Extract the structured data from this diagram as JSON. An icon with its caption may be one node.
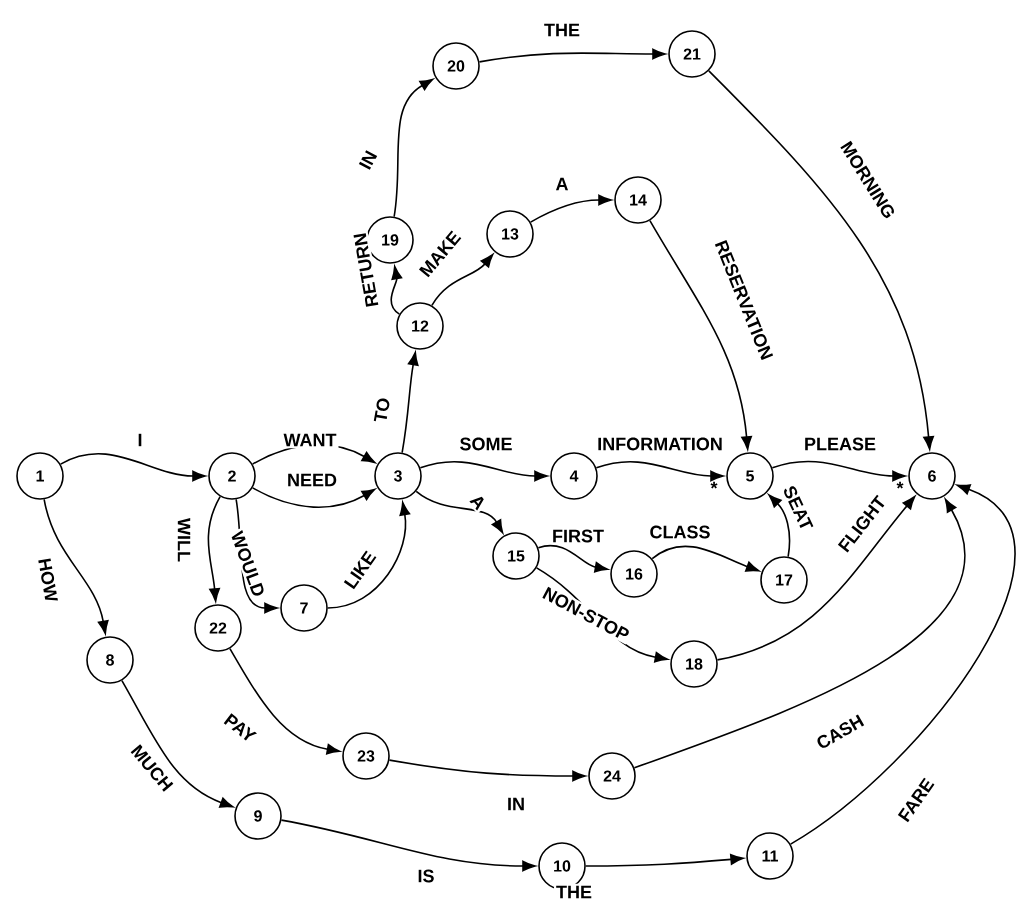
{
  "diagram": {
    "nodes": [
      {
        "text": [
          "1"
        ]
      },
      {
        "text": [
          "2"
        ]
      },
      {
        "text": [
          "3"
        ]
      },
      {
        "text": [
          "4"
        ]
      },
      {
        "text": [
          "5"
        ]
      },
      {
        "text": [
          "6"
        ]
      },
      {
        "text": [
          "7"
        ]
      },
      {
        "text": [
          "8"
        ]
      },
      {
        "text": [
          "9"
        ]
      },
      {
        "text": [
          "10"
        ]
      },
      {
        "text": [
          "11"
        ]
      },
      {
        "text": [
          "12"
        ]
      },
      {
        "text": [
          "13"
        ]
      },
      {
        "text": [
          "14"
        ]
      },
      {
        "text": [
          "15"
        ]
      },
      {
        "text": [
          "16"
        ]
      },
      {
        "text": [
          "17"
        ]
      },
      {
        "text": [
          "18"
        ]
      },
      {
        "text": [
          "19"
        ]
      },
      {
        "text": [
          "20"
        ]
      },
      {
        "text": [
          "21"
        ]
      },
      {
        "text": [
          "22"
        ]
      },
      {
        "text": [
          "23"
        ]
      },
      {
        "text": [
          "24"
        ]
      }
    ],
    "edges": [
      {
        "from": 0,
        "to": 1,
        "arrow": "to",
        "label": "I"
      },
      {
        "from": 1,
        "to": 2,
        "arrow": "to",
        "label": "WANT"
      },
      {
        "from": 1,
        "to": 2,
        "arrow": "to",
        "label": "NEED"
      },
      {
        "from": 1,
        "to": 6,
        "arrow": "to",
        "label": "WOULD"
      },
      {
        "from": 6,
        "to": 2,
        "arrow": "to",
        "label": "LIKE"
      },
      {
        "from": 1,
        "to": 21,
        "arrow": "to",
        "label": "WILL"
      },
      {
        "from": 0,
        "to": 7,
        "arrow": "to",
        "label": "HOW"
      },
      {
        "from": 7,
        "to": 8,
        "arrow": "to",
        "label": "MUCH"
      },
      {
        "from": 8,
        "to": 9,
        "arrow": "to",
        "label": "IS"
      },
      {
        "from": 9,
        "to": 10,
        "arrow": "to",
        "label": "THE"
      },
      {
        "from": 10,
        "to": 5,
        "arrow": "to",
        "label": "FARE"
      },
      {
        "from": 21,
        "to": 22,
        "arrow": "to",
        "label": "PAY"
      },
      {
        "from": 22,
        "to": 23,
        "arrow": "to",
        "label": "IN"
      },
      {
        "from": 23,
        "to": 5,
        "arrow": "to",
        "label": "CASH"
      },
      {
        "from": 2,
        "to": 11,
        "arrow": "to",
        "label": "TO"
      },
      {
        "from": 11,
        "to": 12,
        "arrow": "to",
        "label": "MAKE"
      },
      {
        "from": 12,
        "to": 13,
        "arrow": "to",
        "label": "A"
      },
      {
        "from": 13,
        "to": 4,
        "arrow": "to",
        "label": "RESERVATION"
      },
      {
        "from": 11,
        "to": 18,
        "arrow": "to",
        "label": "RETURN"
      },
      {
        "from": 18,
        "to": 19,
        "arrow": "to",
        "label": "IN"
      },
      {
        "from": 19,
        "to": 20,
        "arrow": "to",
        "label": "THE"
      },
      {
        "from": 20,
        "to": 5,
        "arrow": "to",
        "label": "MORNING"
      },
      {
        "from": 2,
        "to": 3,
        "arrow": "to",
        "label": "SOME"
      },
      {
        "from": 3,
        "to": 4,
        "arrow": "to",
        "label": "INFORMATION"
      },
      {
        "from": 4,
        "to": 5,
        "arrow": "to",
        "label": "PLEASE"
      },
      {
        "from": 2,
        "to": 14,
        "arrow": "to",
        "label": "A"
      },
      {
        "from": 14,
        "to": 15,
        "arrow": "to",
        "label": "FIRST"
      },
      {
        "from": 15,
        "to": 16,
        "arrow": "to",
        "label": "CLASS"
      },
      {
        "from": 16,
        "to": 4,
        "arrow": "to",
        "label": "SEAT"
      },
      {
        "from": 14,
        "to": 17,
        "arrow": "to",
        "label": "NON-STOP"
      },
      {
        "from": 17,
        "to": 5,
        "arrow": "to",
        "label": "FLIGHT"
      }
    ],
    "labels": [
      "*",
      "*"
    ]
  }
}
